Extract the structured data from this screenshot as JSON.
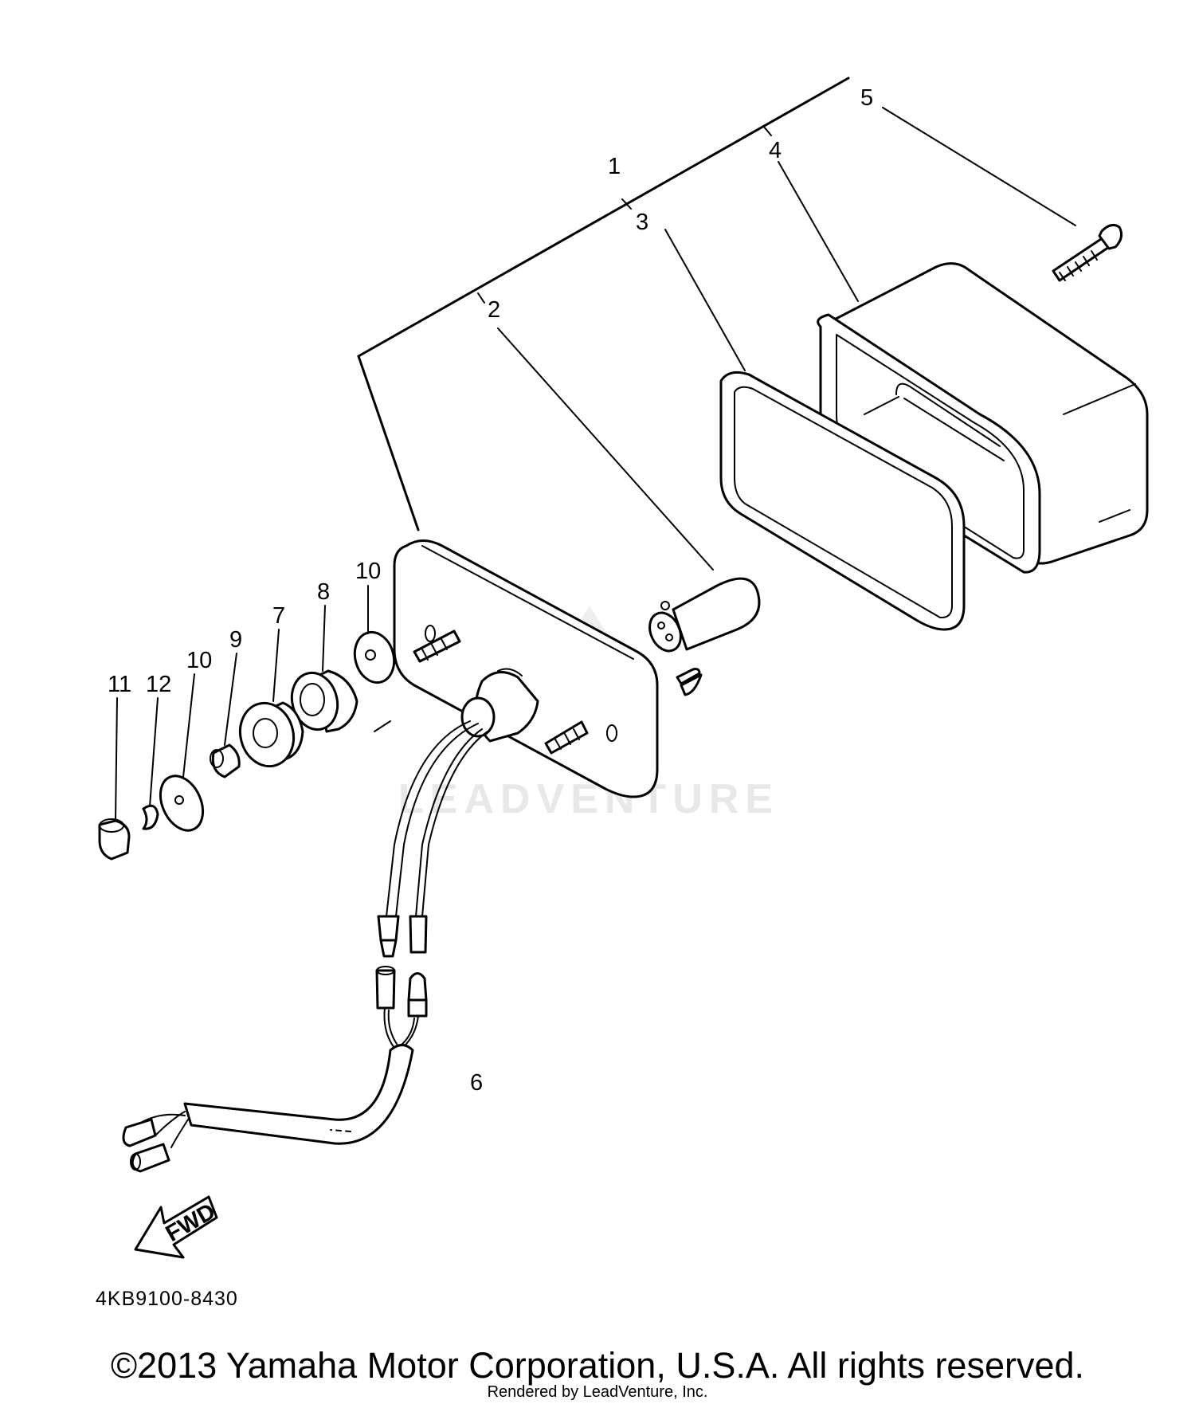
{
  "callouts": {
    "c1": "1",
    "c2": "2",
    "c3": "3",
    "c4": "4",
    "c5": "5",
    "c6": "6",
    "c7": "7",
    "c8": "8",
    "c9": "9",
    "c10a": "10",
    "c10b": "10",
    "c11": "11",
    "c12": "12"
  },
  "fwd_label": "FWD",
  "diagram_code": "4KB9100-8430",
  "watermark": "LEADVENTURE",
  "copyright": "©2013 Yamaha Motor Corporation, U.S.A. All rights reserved.",
  "rendered_by": "Rendered by LeadVenture, Inc."
}
